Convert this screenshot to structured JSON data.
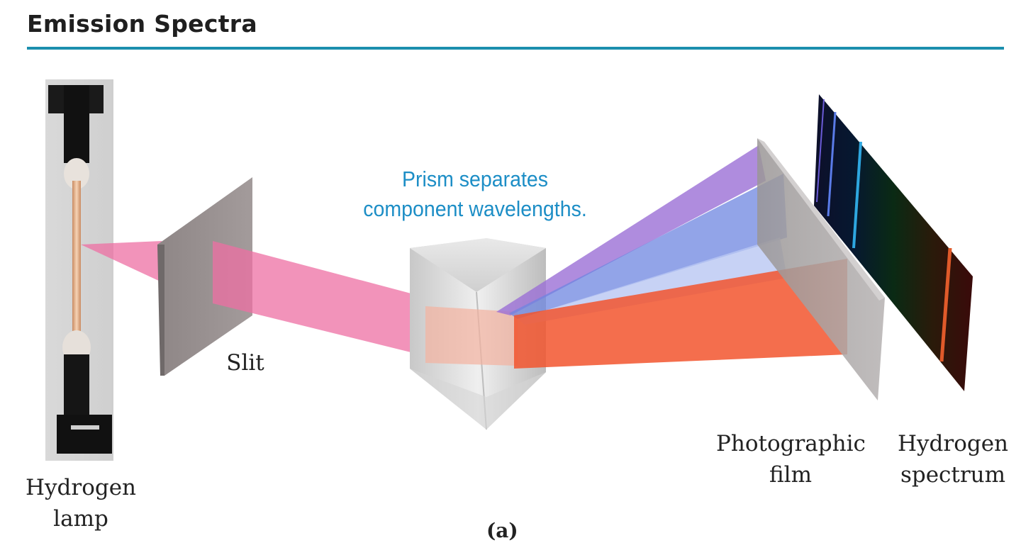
{
  "title": "Emission Spectra",
  "prism_note": [
    "Prism separates",
    "component wavelengths."
  ],
  "labels": {
    "lamp": [
      "Hydrogen",
      "lamp"
    ],
    "slit": "Slit",
    "film": [
      "Photographic",
      "film"
    ],
    "spectrum": [
      "Hydrogen",
      "spectrum"
    ]
  },
  "caption": "(a)",
  "colors": {
    "accent_rule": "#1c8fae",
    "prism_note": "#1d8ec6",
    "pink_beam": "#ee6fa3",
    "red_beam": "#f2552e",
    "blue_beam": "#6e86e0",
    "violet_beam": "#9b6fd6"
  }
}
